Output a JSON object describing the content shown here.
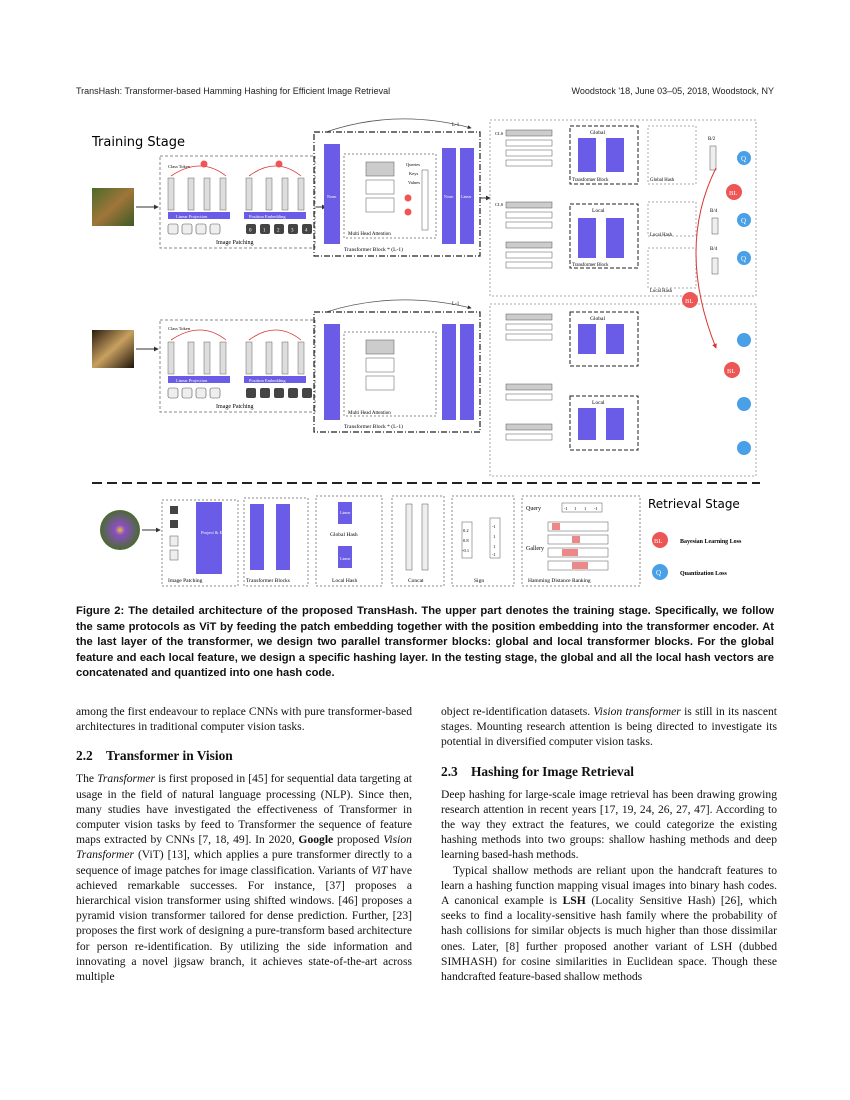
{
  "header": {
    "left": "TransHash: Transformer-based Hamming Hashing for Efficient Image Retrieval",
    "right": "Woodstock '18, June 03–05, 2018, Woodstock, NY"
  },
  "figure": {
    "training_title": "Training Stage",
    "retrieval_title": "Retrieval Stage",
    "class_token": "Class Token",
    "linear_projection": "Linear Projection",
    "position_embedding": "Position Embedding",
    "image_patching": "Image Patching",
    "patch_numbers": [
      "0",
      "1",
      "2",
      "3",
      "4"
    ],
    "layer_label": "L-1",
    "norm": "Norm",
    "linear": "Linear",
    "queries": "Queries",
    "keys": "Keys",
    "values": "Values",
    "mha": "Multi Head Attention",
    "tblock_l1": "Transformer Block * (L-1)",
    "cls": "CLS",
    "global": "Global",
    "local": "Local",
    "transformer_block": "Transformer Block",
    "global_hash": "Global Hash",
    "local_hash": "Local Hash",
    "b2": "B/2",
    "b4": "B/4",
    "bl": "BL",
    "q": "Q",
    "project_embed": "Project & Embed",
    "transformer_blocks": "Transformer Blocks",
    "concat": "Concat",
    "sign": "Sign",
    "query": "Query",
    "gallery": "Gallery",
    "hamming": "Hamming Distance Ranking",
    "legend_bl": "Bayesian Learning Loss",
    "legend_q": "Quantization Loss",
    "sign_values": [
      "0.2",
      "0.8",
      "-0.1"
    ],
    "sign_out": [
      "-1",
      "1",
      "1",
      "-1"
    ],
    "query_code": [
      "-1",
      "1",
      "1",
      "-1"
    ]
  },
  "caption": "Figure 2: The detailed architecture of the proposed TransHash. The upper part denotes the training stage. Specifically, we follow the same protocols as ViT by feeding the patch embedding together with the position embedding into the transformer encoder. At the last layer of the transformer, we design two parallel transformer blocks: global and local transformer blocks. For the global feature and each local feature, we design a specific hashing layer. In the testing stage, the global and all the local hash vectors are concatenated and quantized into one hash code.",
  "left_col": {
    "intro": "among the first endeavour to replace CNNs with pure transformer-based architectures in traditional computer vision tasks.",
    "sec_num": "2.2",
    "sec_title": "Transformer in Vision",
    "p1_a": "The ",
    "p1_t": "Transformer",
    "p1_b": " is first proposed in [45] for sequential data targeting at usage in the field of natural language processing (NLP). Since then, many studies have investigated the effectiveness of Transformer in computer vision tasks by feed to Transformer the sequence of feature maps extracted by CNNs [7, 18, 49]. In 2020, ",
    "p1_g": "Google",
    "p1_c": " proposed ",
    "p1_vt": "Vision Transformer",
    "p1_d": " (ViT) [13], which applies a pure transformer directly to a sequence of image patches for image classification. Variants of ",
    "p1_vit": "ViT",
    "p1_e": " have achieved remarkable successes. For instance, [37] proposes a hierarchical vision transformer using shifted windows. [46] proposes a pyramid vision transformer tailored for dense prediction. Further, [23] proposes the first work of designing a pure-transform based architecture for person re-identification. By utilizing the side information and innovating a novel jigsaw branch, it achieves state-of-the-art across multiple"
  },
  "right_col": {
    "p0_a": "object re-identification datasets. ",
    "p0_vt": "Vision transformer",
    "p0_b": " is still in its nascent stages. Mounting research attention is being directed to investigate its potential in diversified computer vision tasks.",
    "sec_num": "2.3",
    "sec_title": "Hashing for Image Retrieval",
    "p1": "Deep hashing for large-scale image retrieval has been drawing growing research attention in recent years [17, 19, 24, 26, 27, 47]. According to the way they extract the features, we could categorize the existing hashing methods into two groups: shallow hashing methods and deep learning based-hash methods.",
    "p2_a": "Typical shallow methods are reliant upon the handcraft features to learn a hashing function mapping visual images into binary hash codes. A canonical example is ",
    "p2_lsh": "LSH",
    "p2_b": " (Locality Sensitive Hash) [26], which seeks to find a locality-sensitive hash family where the probability of hash collisions for similar objects is much higher than those dissimilar ones. Later, [8] further proposed another variant of LSH (dubbed SIMHASH) for cosine similarities in Euclidean space. Though these handcrafted feature-based shallow methods"
  }
}
